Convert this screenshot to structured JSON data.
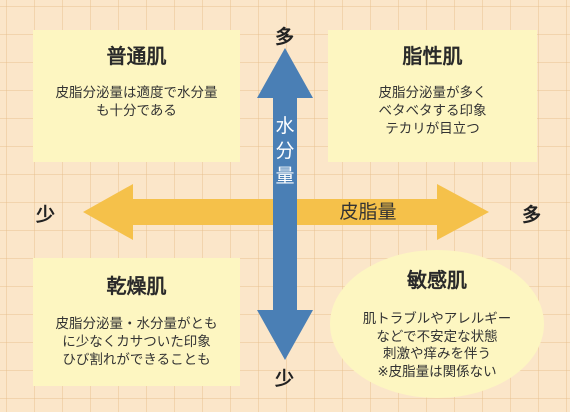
{
  "horizontal_axis": {
    "label": "皮脂量",
    "low": "少",
    "high": "多",
    "color": "#f5c14a"
  },
  "vertical_axis": {
    "label_chars": [
      "水",
      "分",
      "量"
    ],
    "low": "少",
    "high": "多",
    "color": "#4a7fb5"
  },
  "quadrants": {
    "top_left": {
      "title": "普通肌",
      "lines": [
        "皮脂分泌量は適度で水分量",
        "も十分である"
      ]
    },
    "top_right": {
      "title": "脂性肌",
      "lines": [
        "皮脂分泌量が多く",
        "ベタベタする印象",
        "テカリが目立つ"
      ]
    },
    "bottom_left": {
      "title": "乾燥肌",
      "lines": [
        "皮脂分泌量・水分量がとも",
        "に少なくカサついた印象",
        "ひび割れができることも"
      ]
    },
    "bottom_right": {
      "title": "敏感肌",
      "lines": [
        "肌トラブルやアレルギー",
        "などで不安定な状態",
        "刺激や痒みを伴う",
        "※皮脂量は関係ない"
      ]
    }
  },
  "colors": {
    "background": "#fbe6c9",
    "box_fill": "#fdf6c1"
  }
}
